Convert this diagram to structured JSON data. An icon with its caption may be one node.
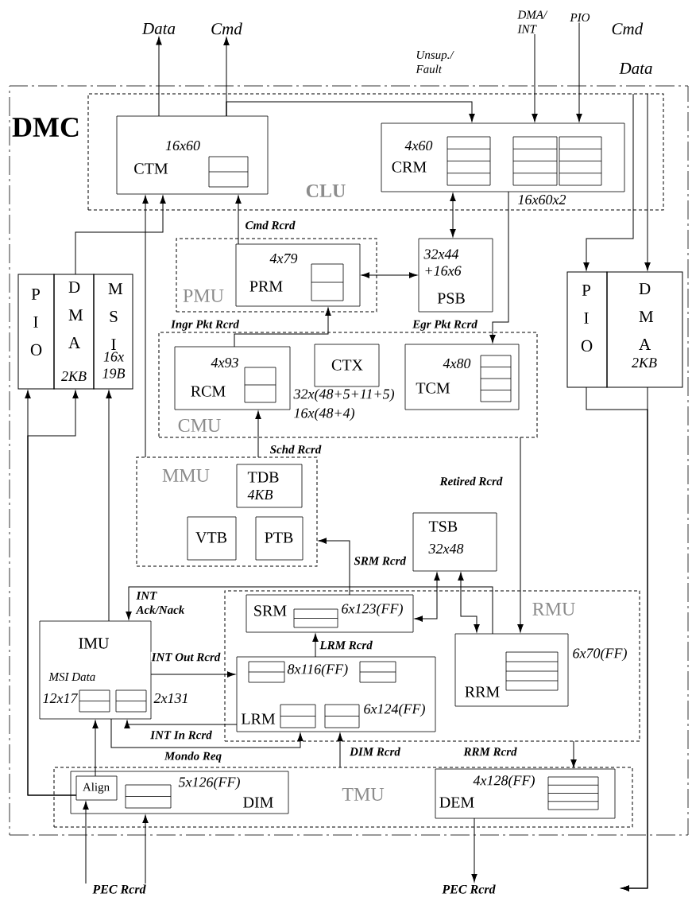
{
  "diagram": {
    "nodes": [
      {
        "text": [
          "DMC"
        ]
      },
      {
        "text": [
          "CLU"
        ],
        "in": 0
      },
      {
        "text": [
          "16x60",
          "CTM"
        ],
        "in": 1
      },
      {
        "text": [
          "4x60",
          "CRM"
        ],
        "in": 1,
        "beside": [
          "16x60x2"
        ]
      },
      {
        "text": [
          "PMU"
        ],
        "in": 0
      },
      {
        "text": [
          "4x79",
          "PRM"
        ],
        "in": 4
      },
      {
        "text": [
          "32x44 +16x6",
          "PSB"
        ],
        "in": 0
      },
      {
        "text": [
          "P I O"
        ],
        "in": 0
      },
      {
        "text": [
          "D M A",
          "2KB"
        ],
        "in": 0
      },
      {
        "text": [
          "M S I",
          "16x 19B"
        ],
        "in": 0
      },
      {
        "text": [
          "P I O"
        ],
        "in": 0
      },
      {
        "text": [
          "D M A",
          "2KB"
        ],
        "in": 0
      },
      {
        "text": [
          "CMU"
        ],
        "in": 0
      },
      {
        "text": [
          "4x93",
          "RCM"
        ],
        "in": 12
      },
      {
        "text": [
          "CTX"
        ],
        "in": 12,
        "beside": [
          "32x(48+5+11+5)",
          "16x(48+4)"
        ]
      },
      {
        "text": [
          "4x80",
          "TCM"
        ],
        "in": 12
      },
      {
        "text": [
          "MMU"
        ],
        "in": 0
      },
      {
        "text": [
          "TDB",
          "4KB"
        ],
        "in": 16
      },
      {
        "text": [
          "VTB"
        ],
        "in": 16
      },
      {
        "text": [
          "PTB"
        ],
        "in": 16
      },
      {
        "text": [
          "TSB",
          "32x48"
        ],
        "in": 0
      },
      {
        "text": [
          "RMU"
        ],
        "in": 0
      },
      {
        "text": [
          "SRM",
          "6x123(FF)"
        ],
        "in": 21
      },
      {
        "text": [
          "8x116(FF)",
          "LRM",
          "6x124(FF)"
        ],
        "in": 21
      },
      {
        "text": [
          "RRM"
        ],
        "in": 21,
        "beside": [
          "6x70(FF)"
        ]
      },
      {
        "text": [
          "IMU",
          "MSI Data",
          "12x17",
          "2x131"
        ],
        "in": 0
      },
      {
        "text": [
          "TMU"
        ],
        "in": 0
      },
      {
        "text": [
          "5x126(FF)",
          "DIM"
        ],
        "in": 26
      },
      {
        "text": [
          "Align"
        ],
        "in": 27
      },
      {
        "text": [
          "4x128(FF)",
          "DEM"
        ],
        "in": 26
      },
      {
        "text": [
          "Data"
        ]
      },
      {
        "text": [
          "Cmd"
        ]
      },
      {
        "text": [
          "DMA/ INT"
        ]
      },
      {
        "text": [
          "PIO"
        ]
      },
      {
        "text": [
          "PEC Rcrd"
        ]
      },
      {
        "text": [
          "PEC Rcrd"
        ]
      }
    ],
    "edges": [
      {
        "from": 2,
        "to": 30,
        "arrow": "to"
      },
      {
        "from": 2,
        "to": 31,
        "arrow": "to"
      },
      {
        "from": 2,
        "to": 3,
        "arrow": "to"
      },
      {
        "from": 32,
        "to": 3,
        "arrow": "to"
      },
      {
        "from": 33,
        "to": 3,
        "arrow": "to"
      },
      {
        "from": 1,
        "to": 10,
        "arrow": "to"
      },
      {
        "from": 1,
        "to": 11,
        "arrow": "to"
      },
      {
        "from": 3,
        "to": 6,
        "arrow": "both"
      },
      {
        "from": 5,
        "to": 6,
        "arrow": "both"
      },
      {
        "from": 8,
        "to": 2,
        "arrow": "to"
      },
      {
        "from": 5,
        "to": 2,
        "arrow": "to",
        "label": "Cmd Rcrd"
      },
      {
        "from": 3,
        "to": 15,
        "arrow": "to",
        "label": "Egr Pkt Rcrd"
      },
      {
        "from": 13,
        "to": 5,
        "arrow": "to",
        "label": "Ingr Pkt Rcrd"
      },
      {
        "from": 16,
        "to": 13,
        "arrow": "to",
        "label": "Schd Rcrd"
      },
      {
        "from": 16,
        "to": 2,
        "arrow": "to"
      },
      {
        "from": 22,
        "to": 16,
        "arrow": "to",
        "label": "SRM Rcrd"
      },
      {
        "from": 22,
        "to": 20,
        "arrow": "both"
      },
      {
        "from": 20,
        "to": 24,
        "arrow": "both"
      },
      {
        "from": 24,
        "to": 25,
        "arrow": "to",
        "label": "INT Ack/Nack"
      },
      {
        "from": 12,
        "to": 24,
        "arrow": "to",
        "label": "Retired Rcrd"
      },
      {
        "from": 23,
        "to": 22,
        "arrow": "to",
        "label": "LRM Rcrd"
      },
      {
        "from": 25,
        "to": 23,
        "arrow": "to",
        "label": "INT Out Rcrd"
      },
      {
        "from": 23,
        "to": 25,
        "arrow": "to",
        "label": "INT In Rcrd"
      },
      {
        "from": 25,
        "to": 23,
        "arrow": "to",
        "label": "Mondo Req"
      },
      {
        "from": 26,
        "to": 23,
        "arrow": "to",
        "label": "DIM Rcrd"
      },
      {
        "from": 21,
        "to": 29,
        "arrow": "to",
        "label": "RRM Rcrd"
      },
      {
        "from": 28,
        "to": 25,
        "arrow": "to"
      },
      {
        "from": 28,
        "to": 7,
        "arrow": "to"
      },
      {
        "from": 28,
        "to": 8,
        "arrow": "to"
      },
      {
        "from": 25,
        "to": 9,
        "arrow": "to"
      },
      {
        "from": 34,
        "to": 28,
        "arrow": "to"
      },
      {
        "from": 34,
        "to": 27,
        "arrow": "to"
      },
      {
        "from": 29,
        "to": 35,
        "arrow": "to"
      },
      {
        "from": 10,
        "to": null,
        "arrow": "to"
      },
      {
        "from": 11,
        "to": null,
        "arrow": "to"
      }
    ],
    "labels": [
      "Cmd",
      "Unsup./ Fault",
      "Data"
    ]
  }
}
